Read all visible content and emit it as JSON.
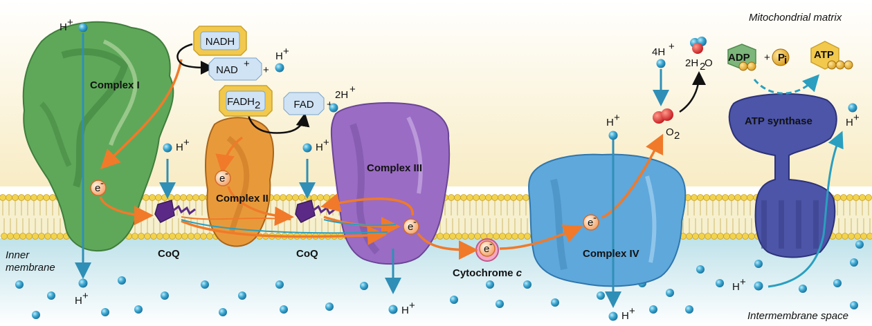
{
  "labels": {
    "complex1": "Complex I",
    "complex2": "Complex II",
    "complex3": "Complex III",
    "complex4": "Complex IV",
    "atp_synthase": "ATP synthase",
    "coq": "CoQ",
    "cytochrome": "Cytochrome ",
    "cytochrome_c": "c",
    "inner_membrane_1": "Inner",
    "inner_membrane_2": "membrane",
    "matrix": "Mitochondrial matrix",
    "intermembrane": "Intermembrane space"
  },
  "molecules": {
    "nadh": "NADH",
    "nad": "NAD",
    "nad_sup": "+",
    "fadh": "FADH",
    "fadh_sub": "2",
    "fad": "FAD",
    "plus": "+",
    "adp": "ADP",
    "pi": "P",
    "pi_sub": "i",
    "atp": "ATP",
    "o2": "O",
    "o2_sub": "2",
    "water_prefix": "2H",
    "water_sub": "2",
    "water_suffix": "O",
    "four_h": "4H",
    "two_h": "2H",
    "electron": "e",
    "electron_sup": "-",
    "proton": "H",
    "proton_sup": "+"
  },
  "colors": {
    "complex1": "#5fa85a",
    "complex2": "#e89a3a",
    "complex3": "#9a6cc4",
    "complex4": "#5ea8dc",
    "atp_synthase": "#4c55a8",
    "electron_flow": "#f07a2a",
    "proton_flow": "#2f8fb6",
    "matrix_bg": "#fbf3d8",
    "intermembrane_bg": "#cfe9f0",
    "lipid_head": "#f2d34e"
  }
}
